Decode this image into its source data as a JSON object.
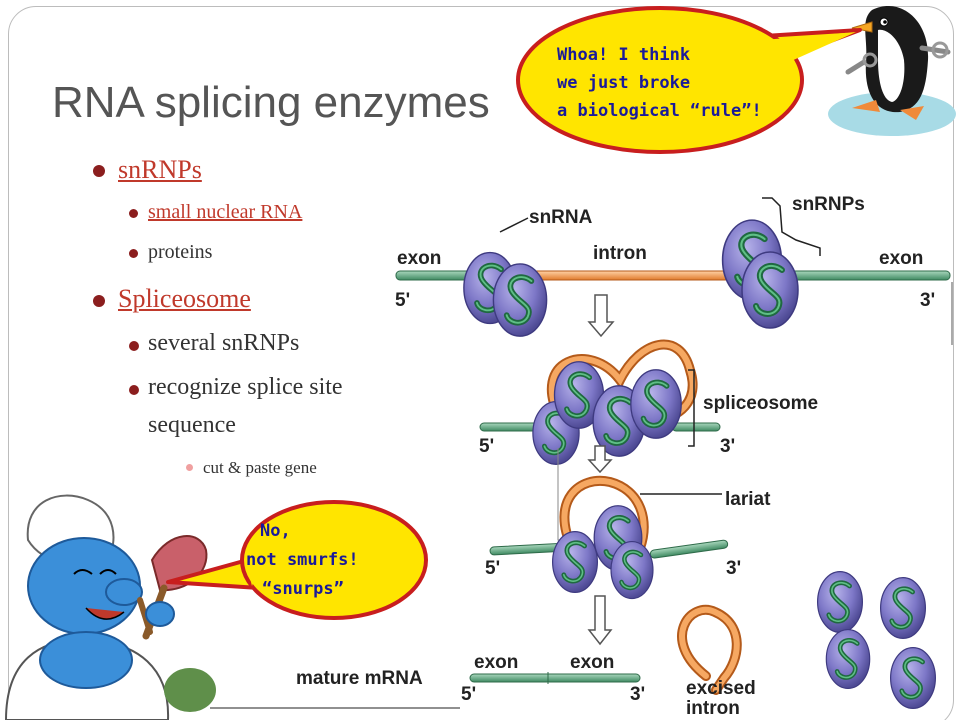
{
  "slide": {
    "title": "RNA splicing enzymes"
  },
  "bullets": {
    "b1": "snRNPs",
    "b1a": "small nuclear RNA",
    "b1b": "proteins",
    "b2": "Spliceosome",
    "b2a": "several snRNPs",
    "b2b_line1": "recognize splice site",
    "b2b_line2": "sequence",
    "b2b_sub": "cut & paste gene"
  },
  "penguin_bubble": {
    "line1": "Whoa!  I think",
    "line2": "we just broke",
    "line3": "a biological “rule”!"
  },
  "smurf_bubble": {
    "line1": "No,",
    "line2": "not smurfs!",
    "line3": "“snurps”"
  },
  "diagram": {
    "snrna": "snRNA",
    "snrnps": "snRNPs",
    "intron": "intron",
    "exon_left": "exon",
    "exon_right": "exon",
    "five_prime_1": "5'",
    "three_prime_1": "3'",
    "spliceosome": "spliceosome",
    "five_prime_2": "5'",
    "three_prime_2": "3'",
    "lariat": "lariat",
    "five_prime_3": "5'",
    "three_prime_3": "3'",
    "exon_bottom_left": "exon",
    "exon_bottom_right": "exon",
    "mature_mrna": "mature mRNA",
    "five_prime_4": "5'",
    "three_prime_4": "3'",
    "excised_line1": "excised",
    "excised_line2": "intron"
  },
  "colors": {
    "title": "#555555",
    "bullet_link": "#c0392b",
    "bullet_dot": "#8b1e1e",
    "exon_green": "#6fae8a",
    "intron_orange": "#f0a05a",
    "protein_purple": "#7d77c7",
    "snrna_green": "#2e7d4f",
    "bubble_fill": "#ffe500",
    "bubble_border": "#c81e1e",
    "bubble_text": "#1a1a9a",
    "smurf_blue": "#3b8fd9"
  }
}
